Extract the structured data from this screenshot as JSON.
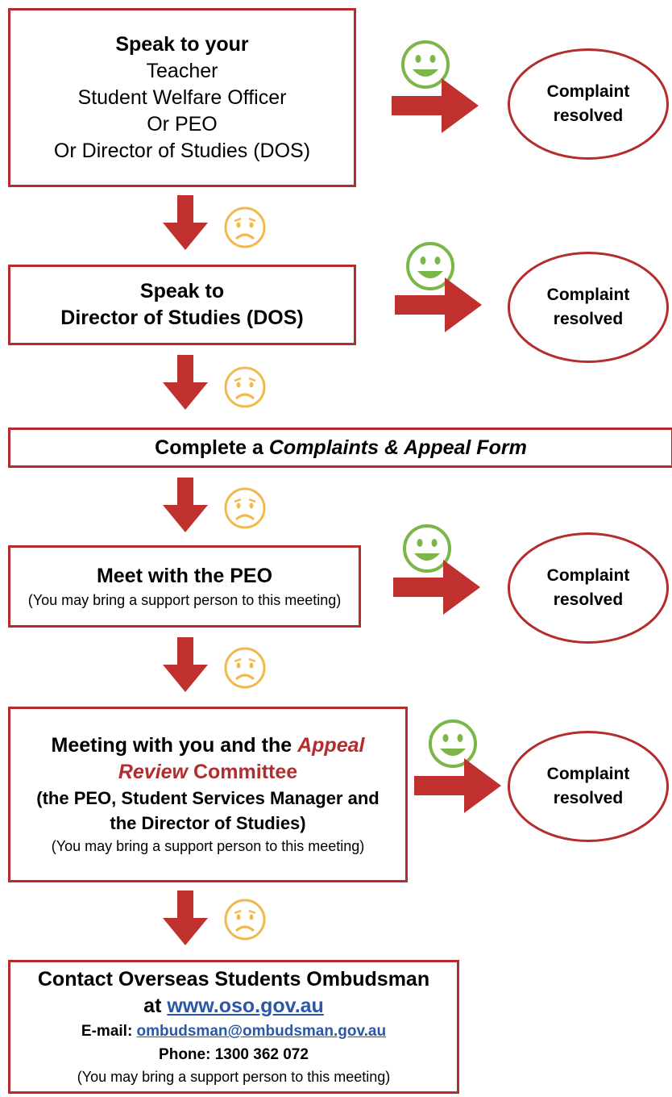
{
  "step1": {
    "heading": "Speak to your",
    "lines": [
      "Teacher",
      "Student Welfare Officer",
      "Or PEO",
      "Or Director of Studies (DOS)"
    ]
  },
  "step2": {
    "line1": "Speak to",
    "line2": "Director of Studies (DOS)"
  },
  "step3": {
    "prefix": "Complete a ",
    "form_name": "Complaints & Appeal Form"
  },
  "step4": {
    "heading": "Meet with the PEO",
    "note": "(You may bring a support person to this meeting)"
  },
  "step5": {
    "heading_prefix": "Meeting with you and the ",
    "heading_italic1": "Appeal",
    "heading_italic2": "Review",
    "heading_suffix": " Committee",
    "members": "(the PEO, Student Services Manager and the Director of Studies)",
    "note": "(You may bring a support person to this meeting)"
  },
  "step6": {
    "heading": "Contact Overseas Students Ombudsman",
    "at_prefix": "at ",
    "website": "www.oso.gov.au",
    "email_label": "E-mail: ",
    "email": "ombudsman@ombudsman.gov.au",
    "phone": "Phone: 1300 362 072",
    "note": "(You may bring a support person to this meeting)"
  },
  "resolved": {
    "line1": "Complaint",
    "line2": "resolved"
  },
  "colors": {
    "accent_red": "#b42c2c",
    "arrow_red": "#c0302e",
    "happy_green": "#7ab648",
    "sad_yellow": "#f2b84b",
    "link_blue": "#2a57a8"
  },
  "icons": {
    "happy": "happy-face-icon",
    "sad": "sad-face-icon",
    "arrow_down": "arrow-down-icon",
    "arrow_right": "arrow-right-icon"
  }
}
